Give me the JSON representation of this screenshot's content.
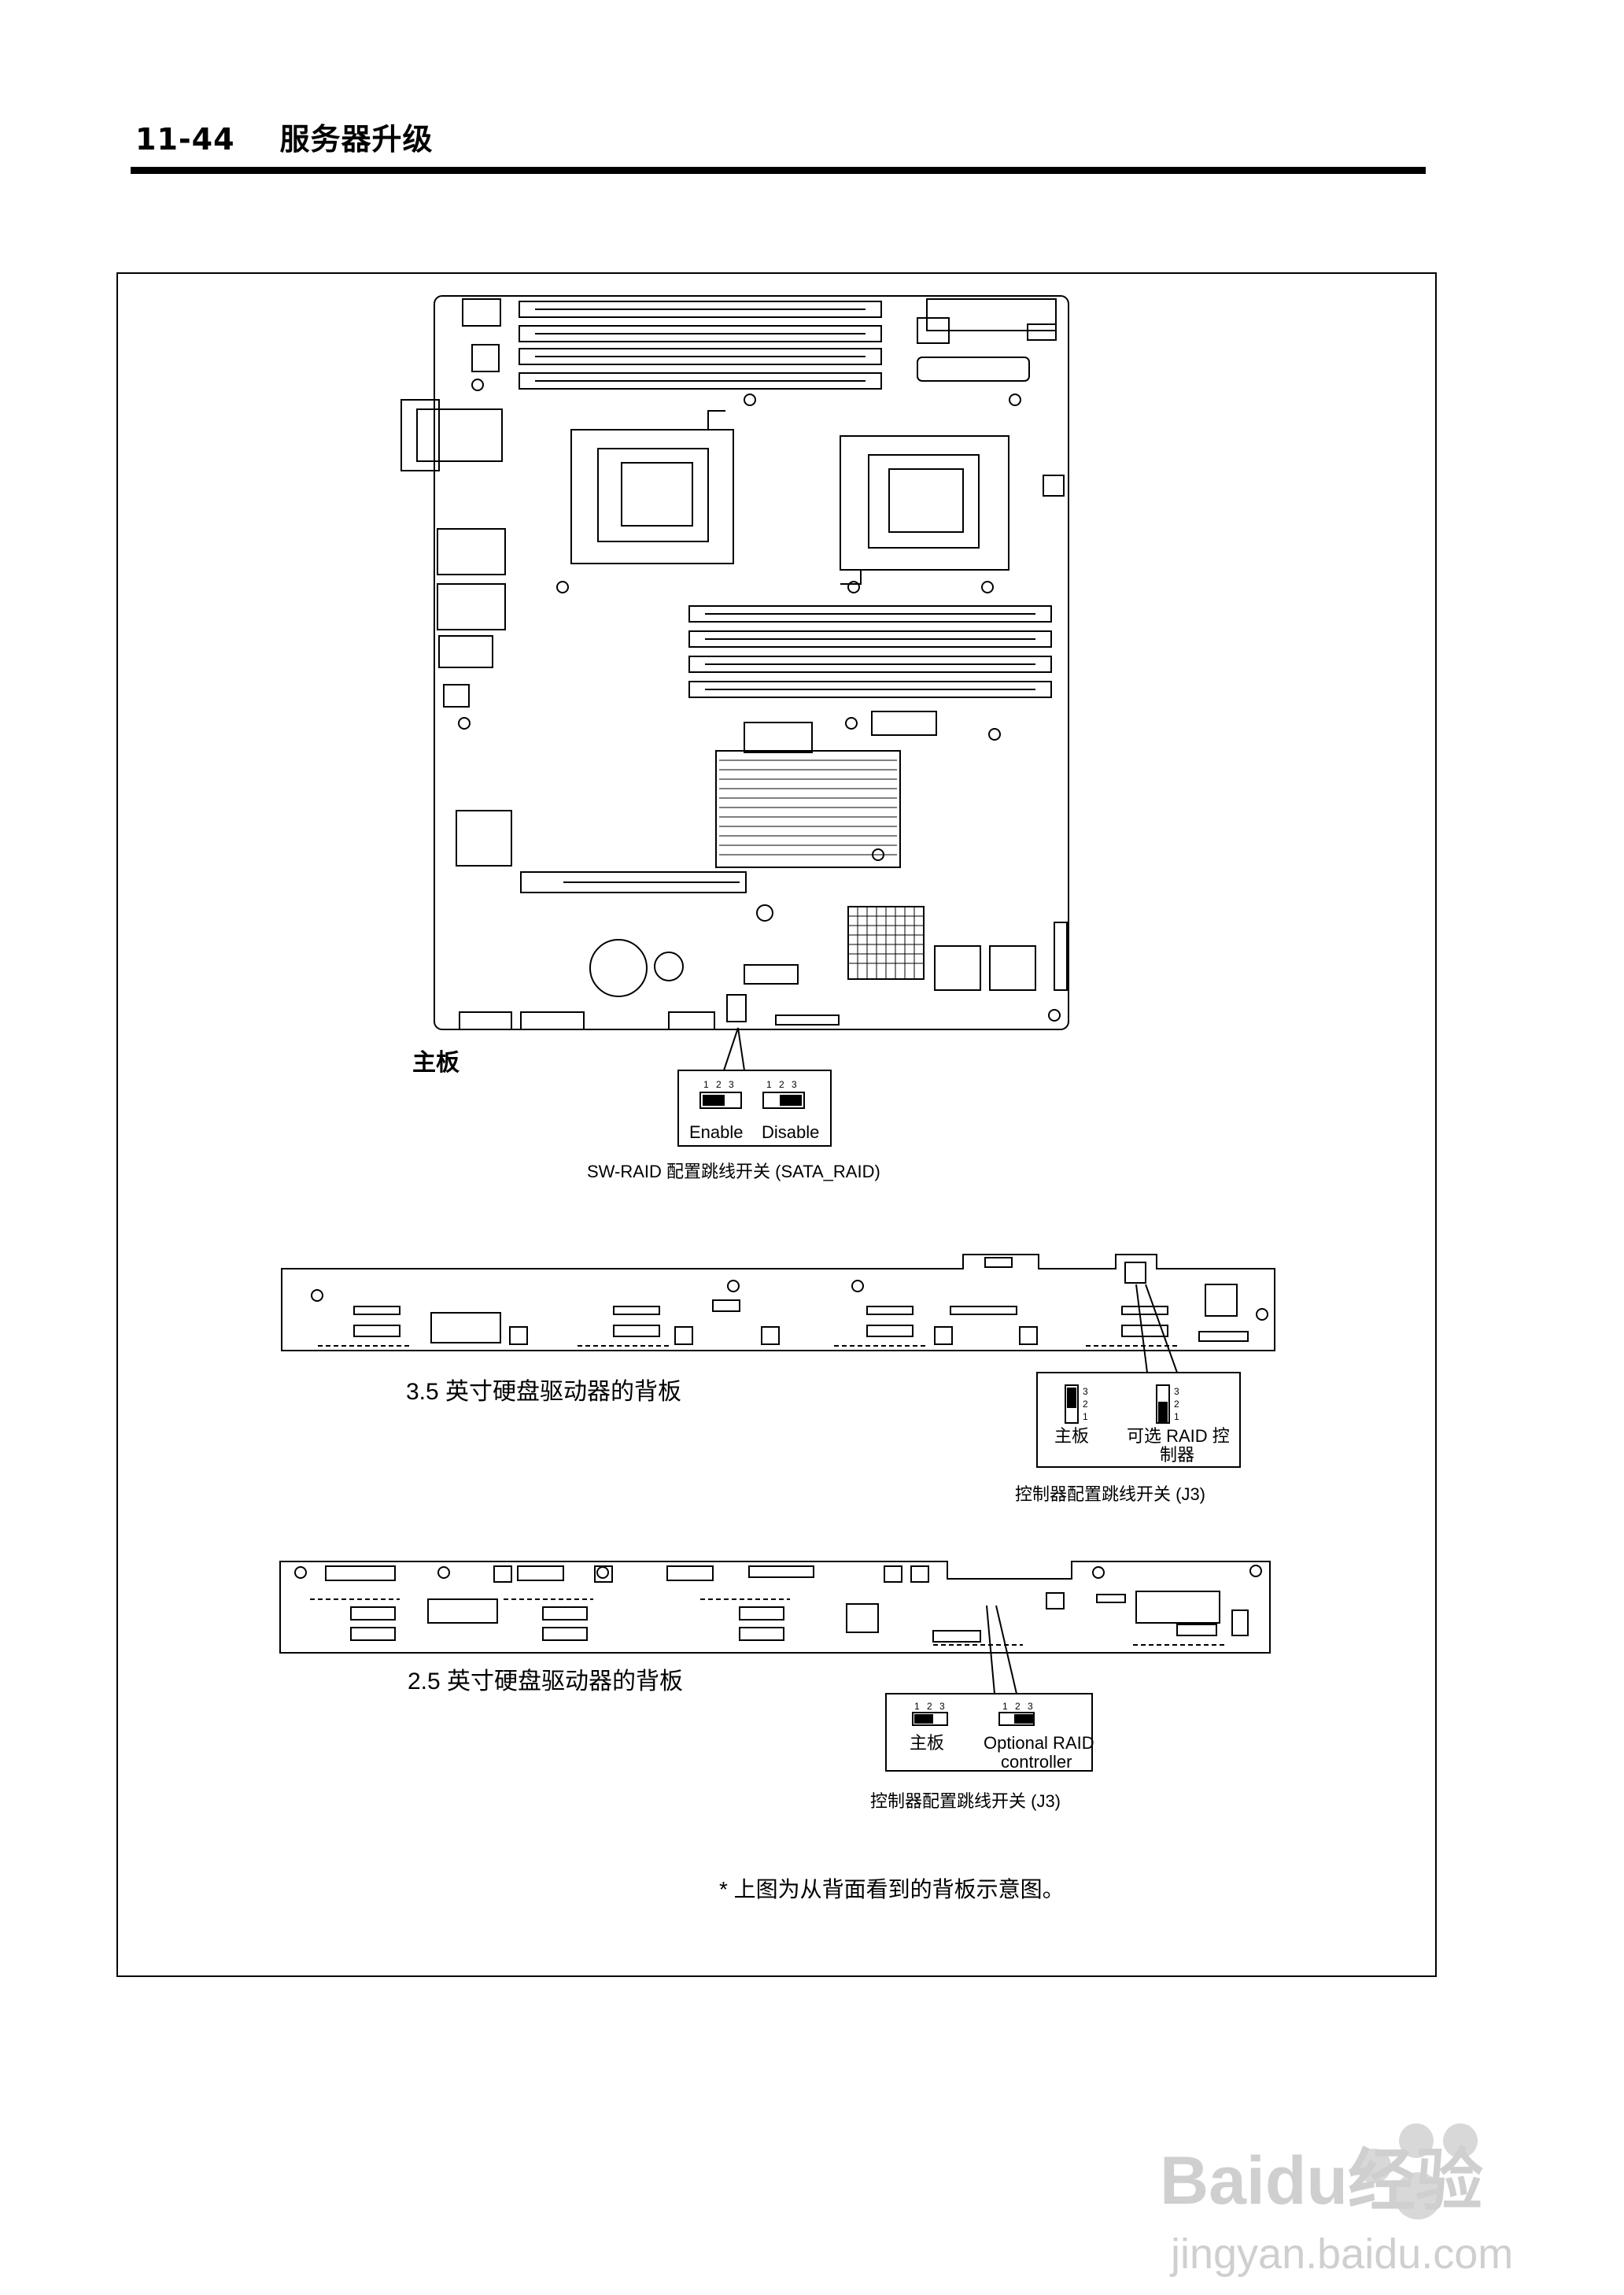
{
  "header": {
    "page_number": "11-44",
    "title": "服务器升级"
  },
  "motherboard": {
    "label": "主板",
    "jumper_options": [
      "Enable",
      "Disable"
    ],
    "pin_numbers": [
      "1",
      "2",
      "3"
    ],
    "caption": "SW-RAID 配置跳线开关 (SATA_RAID)"
  },
  "backplane_35": {
    "label": "3.5 英寸硬盘驱动器的背板",
    "pin_numbers": [
      "1",
      "2",
      "3"
    ],
    "option_main": "主板",
    "option_raid_line1": "可选 RAID 控",
    "option_raid_line2": "制器",
    "caption": "控制器配置跳线开关 (J3)"
  },
  "backplane_25": {
    "label": "2.5 英寸硬盘驱动器的背板",
    "pin_numbers": [
      "1",
      "2",
      "3"
    ],
    "option_main": "主板",
    "option_raid_line1": "Optional RAID",
    "option_raid_line2": "controller",
    "caption": "控制器配置跳线开关 (J3)"
  },
  "footnote": "* 上图为从背面看到的背板示意图。",
  "watermark": {
    "brand": "Baidu经验",
    "url": "jingyan.baidu.com"
  }
}
